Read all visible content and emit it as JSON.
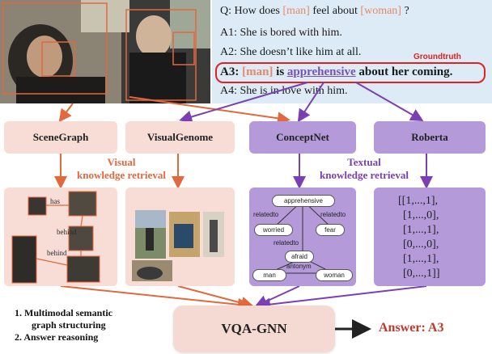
{
  "question": {
    "prefix": "Q: How does ",
    "ent1": "[man]",
    "mid": " feel about ",
    "ent2": "[woman]",
    "suffix": " ?"
  },
  "answers": {
    "a1": "A1: She is bored with him.",
    "a2": "A2: She doesn’t like him at all.",
    "a3_prefix": "A3: ",
    "a3_ent": "[man]",
    "a3_is": " is ",
    "a3_key": "apprehensive",
    "a3_suffix": " about her coming.",
    "a4": "A4: She is in love with him."
  },
  "groundtruth_label": "Groundtruth",
  "knowledge_sources": {
    "scenegraph": "SceneGraph",
    "visualgenome": "VisualGenome",
    "conceptnet": "ConceptNet",
    "roberta": "Roberta"
  },
  "retrieval": {
    "visual_line1": "Visual",
    "visual_line2": "knowledge retrieval",
    "textual_line1": "Textual",
    "textual_line2": "knowledge retrieval"
  },
  "scene_graph": {
    "rel_has": "has",
    "rel_behind1": "behind",
    "rel_behind2": "behind"
  },
  "conceptnet_graph": {
    "n_apprehensive": "apprehensive",
    "n_worried": "worried",
    "n_fear": "fear",
    "n_afraid": "afraid",
    "n_man": "man",
    "n_woman": "woman",
    "r_relatedto_left": "relatedto",
    "r_relatedto_right": "relatedto",
    "r_relatedto_mid": "relatedto",
    "r_antonym": "antonym"
  },
  "roberta_matrix": [
    "[[1,...,1],",
    "[1,...,0],",
    "[1,...,1],",
    "[0,...,0],",
    "[1,...,1],",
    "[0,...,1]]"
  ],
  "model_label": "VQA-GNN",
  "answer_label": "Answer: A3",
  "steps": {
    "s1_line1": "1.    Multimodal semantic",
    "s1_line2": "       graph structuring",
    "s2": "2.    Answer reasoning"
  },
  "colors": {
    "orange_arrow": "#e2683d",
    "purple_arrow": "#7b3fb3",
    "pink_fill": "#f8dcd6",
    "purple_fill": "#b49ad9",
    "groundtruth_red": "#e0221f",
    "qa_bg": "#dcebf6"
  }
}
